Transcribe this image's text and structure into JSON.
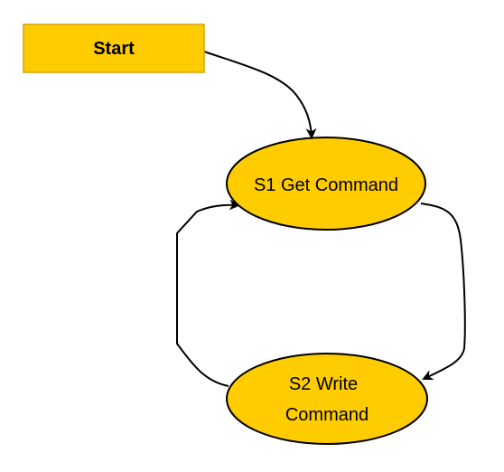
{
  "diagram": {
    "start": {
      "label": "Start"
    },
    "states": [
      {
        "id": "s1",
        "lines": [
          "S1 Get Command"
        ]
      },
      {
        "id": "s2",
        "lines": [
          "S2 Write",
          "Command"
        ]
      }
    ],
    "edges": [
      {
        "from": "start",
        "to": "s1"
      },
      {
        "from": "s1",
        "to": "s2"
      },
      {
        "from": "s2",
        "to": "s1"
      }
    ]
  },
  "colors": {
    "node_fill": "#FFCC00",
    "node_stroke": "#000000",
    "start_stroke": "#D7A400",
    "edge": "#000000",
    "background": "#FFFFFF"
  }
}
